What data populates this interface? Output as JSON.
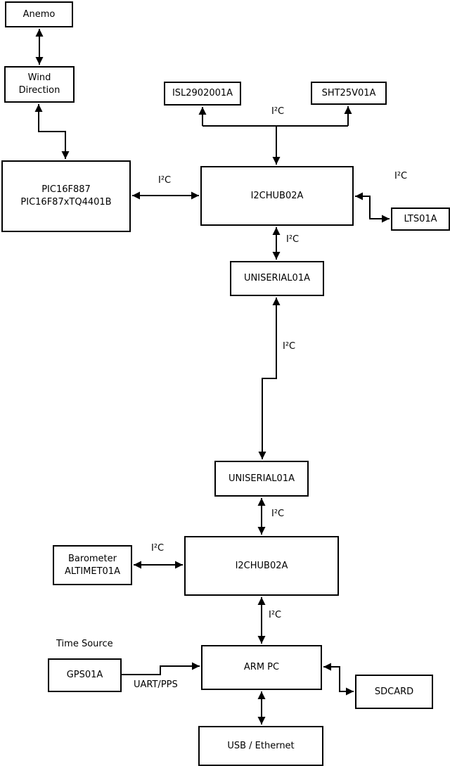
{
  "diagram_type": "block-diagram",
  "theme": {
    "background": "#ffffff",
    "line_color": "#000000",
    "box_fill": "#ffffff",
    "box_border": "#000000"
  },
  "boxes": {
    "anemo": {
      "label": "Anemo"
    },
    "wind_direction": {
      "line1": "Wind",
      "line2": "Direction"
    },
    "pic": {
      "line1": "PIC16F887",
      "line2": "PIC16F87xTQ4401B"
    },
    "isl2902001a": {
      "label": "ISL2902001A"
    },
    "sht25v01a": {
      "label": "SHT25V01A"
    },
    "i2chub_top": {
      "label": "I2CHUB02A"
    },
    "lts01a": {
      "label": "LTS01A"
    },
    "uniserial_top": {
      "label": "UNISERIAL01A"
    },
    "uniserial_bottom": {
      "label": "UNISERIAL01A"
    },
    "i2chub_bottom": {
      "label": "I2CHUB02A"
    },
    "barometer": {
      "line1": "Barometer",
      "line2": "ALTIMET01A"
    },
    "gps01a": {
      "label": "GPS01A"
    },
    "arm_pc": {
      "label": "ARM PC"
    },
    "sdcard": {
      "label": "SDCARD"
    },
    "usb_ethernet": {
      "label": "USB / Ethernet"
    }
  },
  "labels": {
    "time_source": "Time Source",
    "uart_pps": "UART/PPS",
    "i2c_pic_hub": "I²C",
    "i2c_sensor_bus": "I²C",
    "i2c_lts": "I²C",
    "i2c_hub_uniserial": "I²C",
    "i2c_uniserial_link": "I²C",
    "i2c_uniserial_hub2": "I²C",
    "i2c_barometer_hub2": "I²C",
    "i2c_hub2_armpc": "I²C"
  },
  "connections": [
    {
      "from": "Anemo",
      "to": "Wind Direction",
      "bidirectional": true,
      "label": ""
    },
    {
      "from": "Wind Direction",
      "to": "PIC16F887 PIC16F87xTQ4401B",
      "bidirectional": true,
      "label": ""
    },
    {
      "from": "PIC16F887 PIC16F87xTQ4401B",
      "to": "I2CHUB02A (top)",
      "bidirectional": true,
      "label": "I²C"
    },
    {
      "from": "I2CHUB02A (top)",
      "to": "ISL2902001A + SHT25V01A",
      "bidirectional": true,
      "label": "I²C"
    },
    {
      "from": "I2CHUB02A (top)",
      "to": "LTS01A",
      "bidirectional": true,
      "label": "I²C"
    },
    {
      "from": "I2CHUB02A (top)",
      "to": "UNISERIAL01A (top)",
      "bidirectional": true,
      "label": "I²C"
    },
    {
      "from": "UNISERIAL01A (top)",
      "to": "UNISERIAL01A (bottom)",
      "bidirectional": true,
      "label": "I²C"
    },
    {
      "from": "UNISERIAL01A (bottom)",
      "to": "I2CHUB02A (bottom)",
      "bidirectional": true,
      "label": "I²C"
    },
    {
      "from": "Barometer ALTIMET01A",
      "to": "I2CHUB02A (bottom)",
      "bidirectional": true,
      "label": "I²C"
    },
    {
      "from": "I2CHUB02A (bottom)",
      "to": "ARM PC",
      "bidirectional": true,
      "label": "I²C"
    },
    {
      "from": "GPS01A",
      "to": "ARM PC",
      "bidirectional": false,
      "label": "UART/PPS"
    },
    {
      "from": "ARM PC",
      "to": "SDCARD",
      "bidirectional": true,
      "label": ""
    },
    {
      "from": "ARM PC",
      "to": "USB / Ethernet",
      "bidirectional": true,
      "label": ""
    }
  ]
}
